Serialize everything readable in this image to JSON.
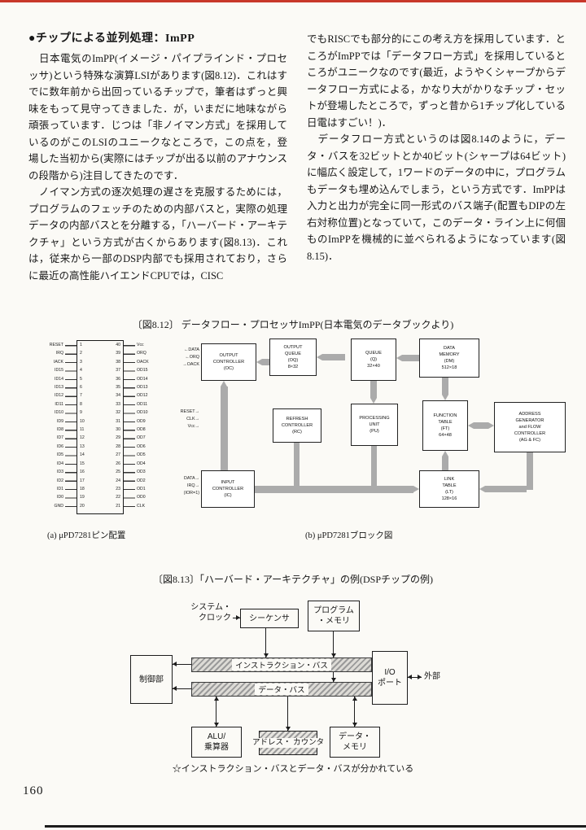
{
  "heading": "●チップによる並列処理：ImPP",
  "page_number": "160",
  "left_column": {
    "p1": "　日本電気のImPP(イメージ・パイプラインド・プロセッサ)という特殊な演算LSIがあります(図8.12)．これはすでに数年前から出回っているチップで，筆者はずっと興味をもって見守ってきました．が，いまだに地味ながら頑張っています．じつは「非ノイマン方式」を採用しているのがこのLSIのユニークなところで，この点を，登場した当初から(実際にはチップが出る以前のアナウンスの段階から)注目してきたのです．",
    "p2": "　ノイマン方式の逐次処理の遅さを克服するためには，プログラムのフェッチのための内部バスと，実際の処理データの内部バスとを分離する，「ハーバード・アーキテクチャ」という方式が古くからあります(図8.13)．これは，従来から一部のDSP内部でも採用されており，さらに最近の高性能ハイエンドCPUでは，CISC"
  },
  "right_column": {
    "p1": "でもRISCでも部分的にこの考え方を採用しています．ところがImPPでは「データフロー方式」を採用しているところがユニークなのです(最近，ようやくシャープからデータフロー方式による，かなり大がかりなチップ・セットが登場したところで，ずっと昔から1チップ化している日電はすごい！)．",
    "p2": "　データフロー方式というのは図8.14のように，データ・バスを32ビットとか40ビット(シャープは64ビット)に幅広く設定して，1ワードのデータの中に，プログラムもデータも埋め込んでしまう，という方式です．ImPPは入力と出力が完全に同一形式のバス端子(配置もDIPの左右対称位置)となっていて，このデータ・ライン上に何個ものImPPを機械的に並べられるようになっています(図8.15)．"
  },
  "fig812": {
    "caption": "〔図8.12〕 データフロー・プロセッサImPP(日本電気のデータブックより)",
    "sub_a": "(a) μPD7281ピン配置",
    "sub_b": "(b) μPD7281ブロック図",
    "pins": {
      "numbers_left": "1\n2\n3\n4\n5\n6\n7\n8\n9\n10\n11\n12\n13\n14\n15\n16\n17\n18\n19\n20",
      "numbers_right": "40\n39\n38\n37\n36\n35\n34\n33\n32\n31\n30\n29\n28\n27\n26\n25\n24\n23\n22\n21",
      "labels_left": "RESET\nIRQ\nIACK\nID15\nID14\nID13\nID12\nID11\nID10\nID9\nID8\nID7\nID6\nID5\nID4\nID3\nID2\nID1\nID0\nGND",
      "labels_right": "Vcc\nORQ\nOACK\nOD15\nOD14\nOD13\nOD12\nOD11\nOD10\nOD9\nOD8\nOD7\nOD6\nOD5\nOD4\nOD3\nOD2\nOD1\nOD0\nCLK"
    },
    "blocks": {
      "oc": "OUTPUT\nCONTROLLER\n(OC)",
      "oq": "OUTPUT\nQUEUE\n(OQ)\n8×32",
      "q": "QUEUE\n(Q)\n32×40",
      "dm": "DATA\nMEMORY\n(DM)\n512×18",
      "rc": "REFRESH\nCONTROLLER\n(RC)",
      "pu": "PROCESSING\nUNIT\n(PU)",
      "ft": "FUNCTION\nTABLE\n(FT)\n64×48",
      "ag": "ADDRESS\nGENERATOR\nand FLOW\nCONTROLLER\n(AG & FC)",
      "ic": "INPUT\nCONTROLLER\n(IC)",
      "lt": "LINK\nTABLE\n(LT)\n128×16"
    },
    "signals": {
      "out": "←DATA\n←ORQ\n→OACK",
      "ctrl": "RESET→\nCLK→\nVcc→",
      "in": "DATA→\nIRQ→\n(IOR=1)"
    }
  },
  "fig813": {
    "caption": "〔図8.13〕「ハーバード・アーキテクチャ」の例(DSPチップの例)",
    "system_clock": "システム・\nクロック",
    "sequencer": "シーケンサ",
    "program_memory": "プログラム\n・メモリ",
    "control_unit": "制御部",
    "instruction_bus": "インストラクション・バス",
    "data_bus": "データ・バス",
    "io_port": "I/O\nポート",
    "external": "外部",
    "alu": "ALU/\n乗算器",
    "address_counter": "アドレス・\nカウンタ",
    "data_memory": "データ・\nメモリ",
    "note": "☆インストラクション・バスとデータ・バスが分かれている"
  }
}
